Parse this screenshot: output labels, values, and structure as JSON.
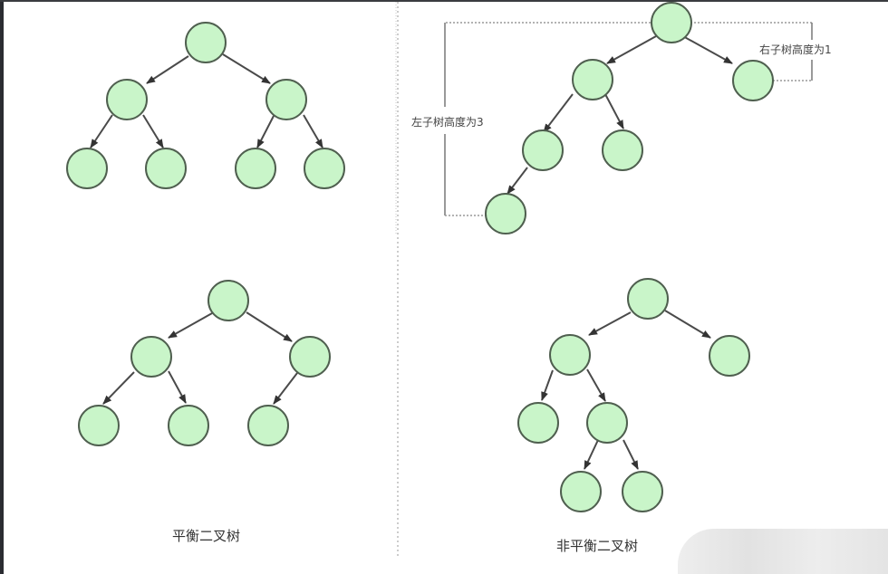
{
  "colors": {
    "node_fill": "#c9f5c9",
    "node_stroke": "#4f5f4f",
    "edge": "#4a4a4a"
  },
  "captions": {
    "balanced": "平衡二叉树",
    "unbalanced": "非平衡二叉树"
  },
  "annotations": {
    "left_height": "左子树高度为3",
    "right_height": "右子树高度为1"
  },
  "trees": [
    {
      "name": "balanced-tree-1",
      "nodes": 7,
      "levels": 3
    },
    {
      "name": "unbalanced-tree-1",
      "nodes": 6,
      "left_height": 3,
      "right_height": 1
    },
    {
      "name": "balanced-tree-2",
      "nodes": 6,
      "levels": 3
    },
    {
      "name": "unbalanced-tree-2",
      "nodes": 7,
      "levels": 4
    }
  ]
}
